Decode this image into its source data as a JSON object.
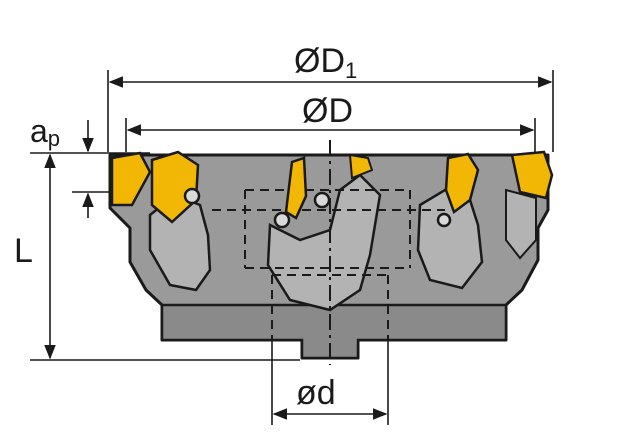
{
  "labels": {
    "d1_main": "ØD",
    "d1_sub": "1",
    "d": "ØD",
    "ap_main": "a",
    "ap_sub": "p",
    "l": "L",
    "bore": "ød"
  },
  "colors": {
    "body": "#9a9a9a",
    "body_dark": "#6f6f6f",
    "insert": "#f2b705",
    "insert_dark": "#c28c00",
    "line": "#1a1a1a",
    "background": "#ffffff"
  },
  "icons": {
    "arrowhead": "arrow-head-icon",
    "screw": "insert-screw-icon"
  }
}
